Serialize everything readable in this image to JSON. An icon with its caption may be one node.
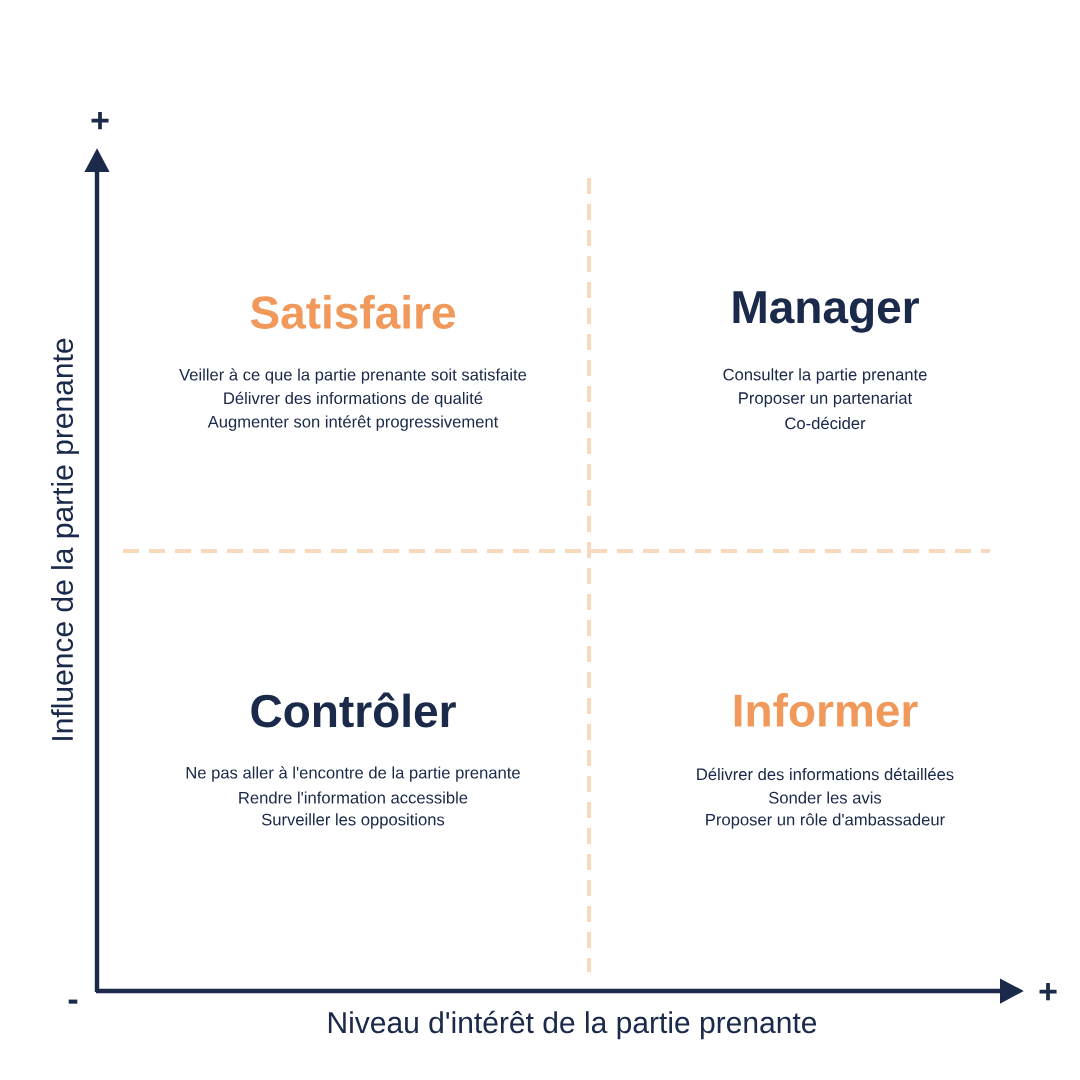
{
  "diagram": {
    "labels": [
      "+",
      "Influence de la partie prenante",
      "Satisfaire",
      "Veiller à ce que la partie prenante soit satisfaite",
      "Délivrer des informations de qualité",
      "Augmenter son intérêt progressivement",
      "Manager",
      "Consulter la partie prenante",
      "Proposer un partenariat",
      "Co-décider",
      "Contrôler",
      "Ne pas aller à l'encontre de la partie prenante",
      "Rendre l'information accessible",
      "Surveiller les oppositions",
      "Informer",
      "Délivrer des informations détaillées",
      "Sonder les avis",
      "Proposer un rôle d'ambassadeur",
      "-",
      "+",
      "Niveau d'intérêt de la partie prenante"
    ]
  }
}
